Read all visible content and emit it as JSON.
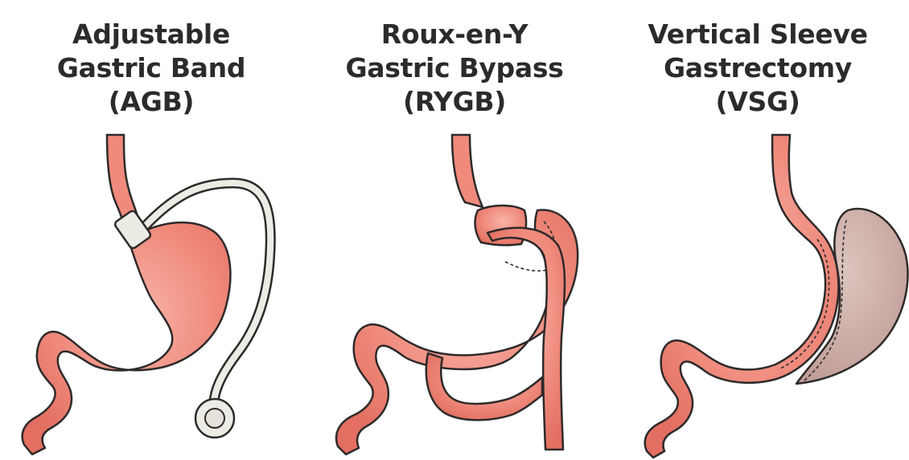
{
  "procedures": [
    {
      "line1": "Adjustable",
      "line2": "Gastric Band",
      "abbr": "(AGB)"
    },
    {
      "line1": "Roux-en-Y",
      "line2": "Gastric Bypass",
      "abbr": "(RYGB)"
    },
    {
      "line1": "Vertical Sleeve",
      "line2": "Gastrectomy",
      "abbr": "(VSG)"
    }
  ],
  "colors": {
    "tissue_fill": "#ef8a7c",
    "tissue_highlight": "#f8b4a8",
    "tissue_outline": "#2e2a2a",
    "removed_stomach": "#c9aaa3",
    "band_tube": "#ecebe4",
    "title_text": "#2b2b2b"
  }
}
